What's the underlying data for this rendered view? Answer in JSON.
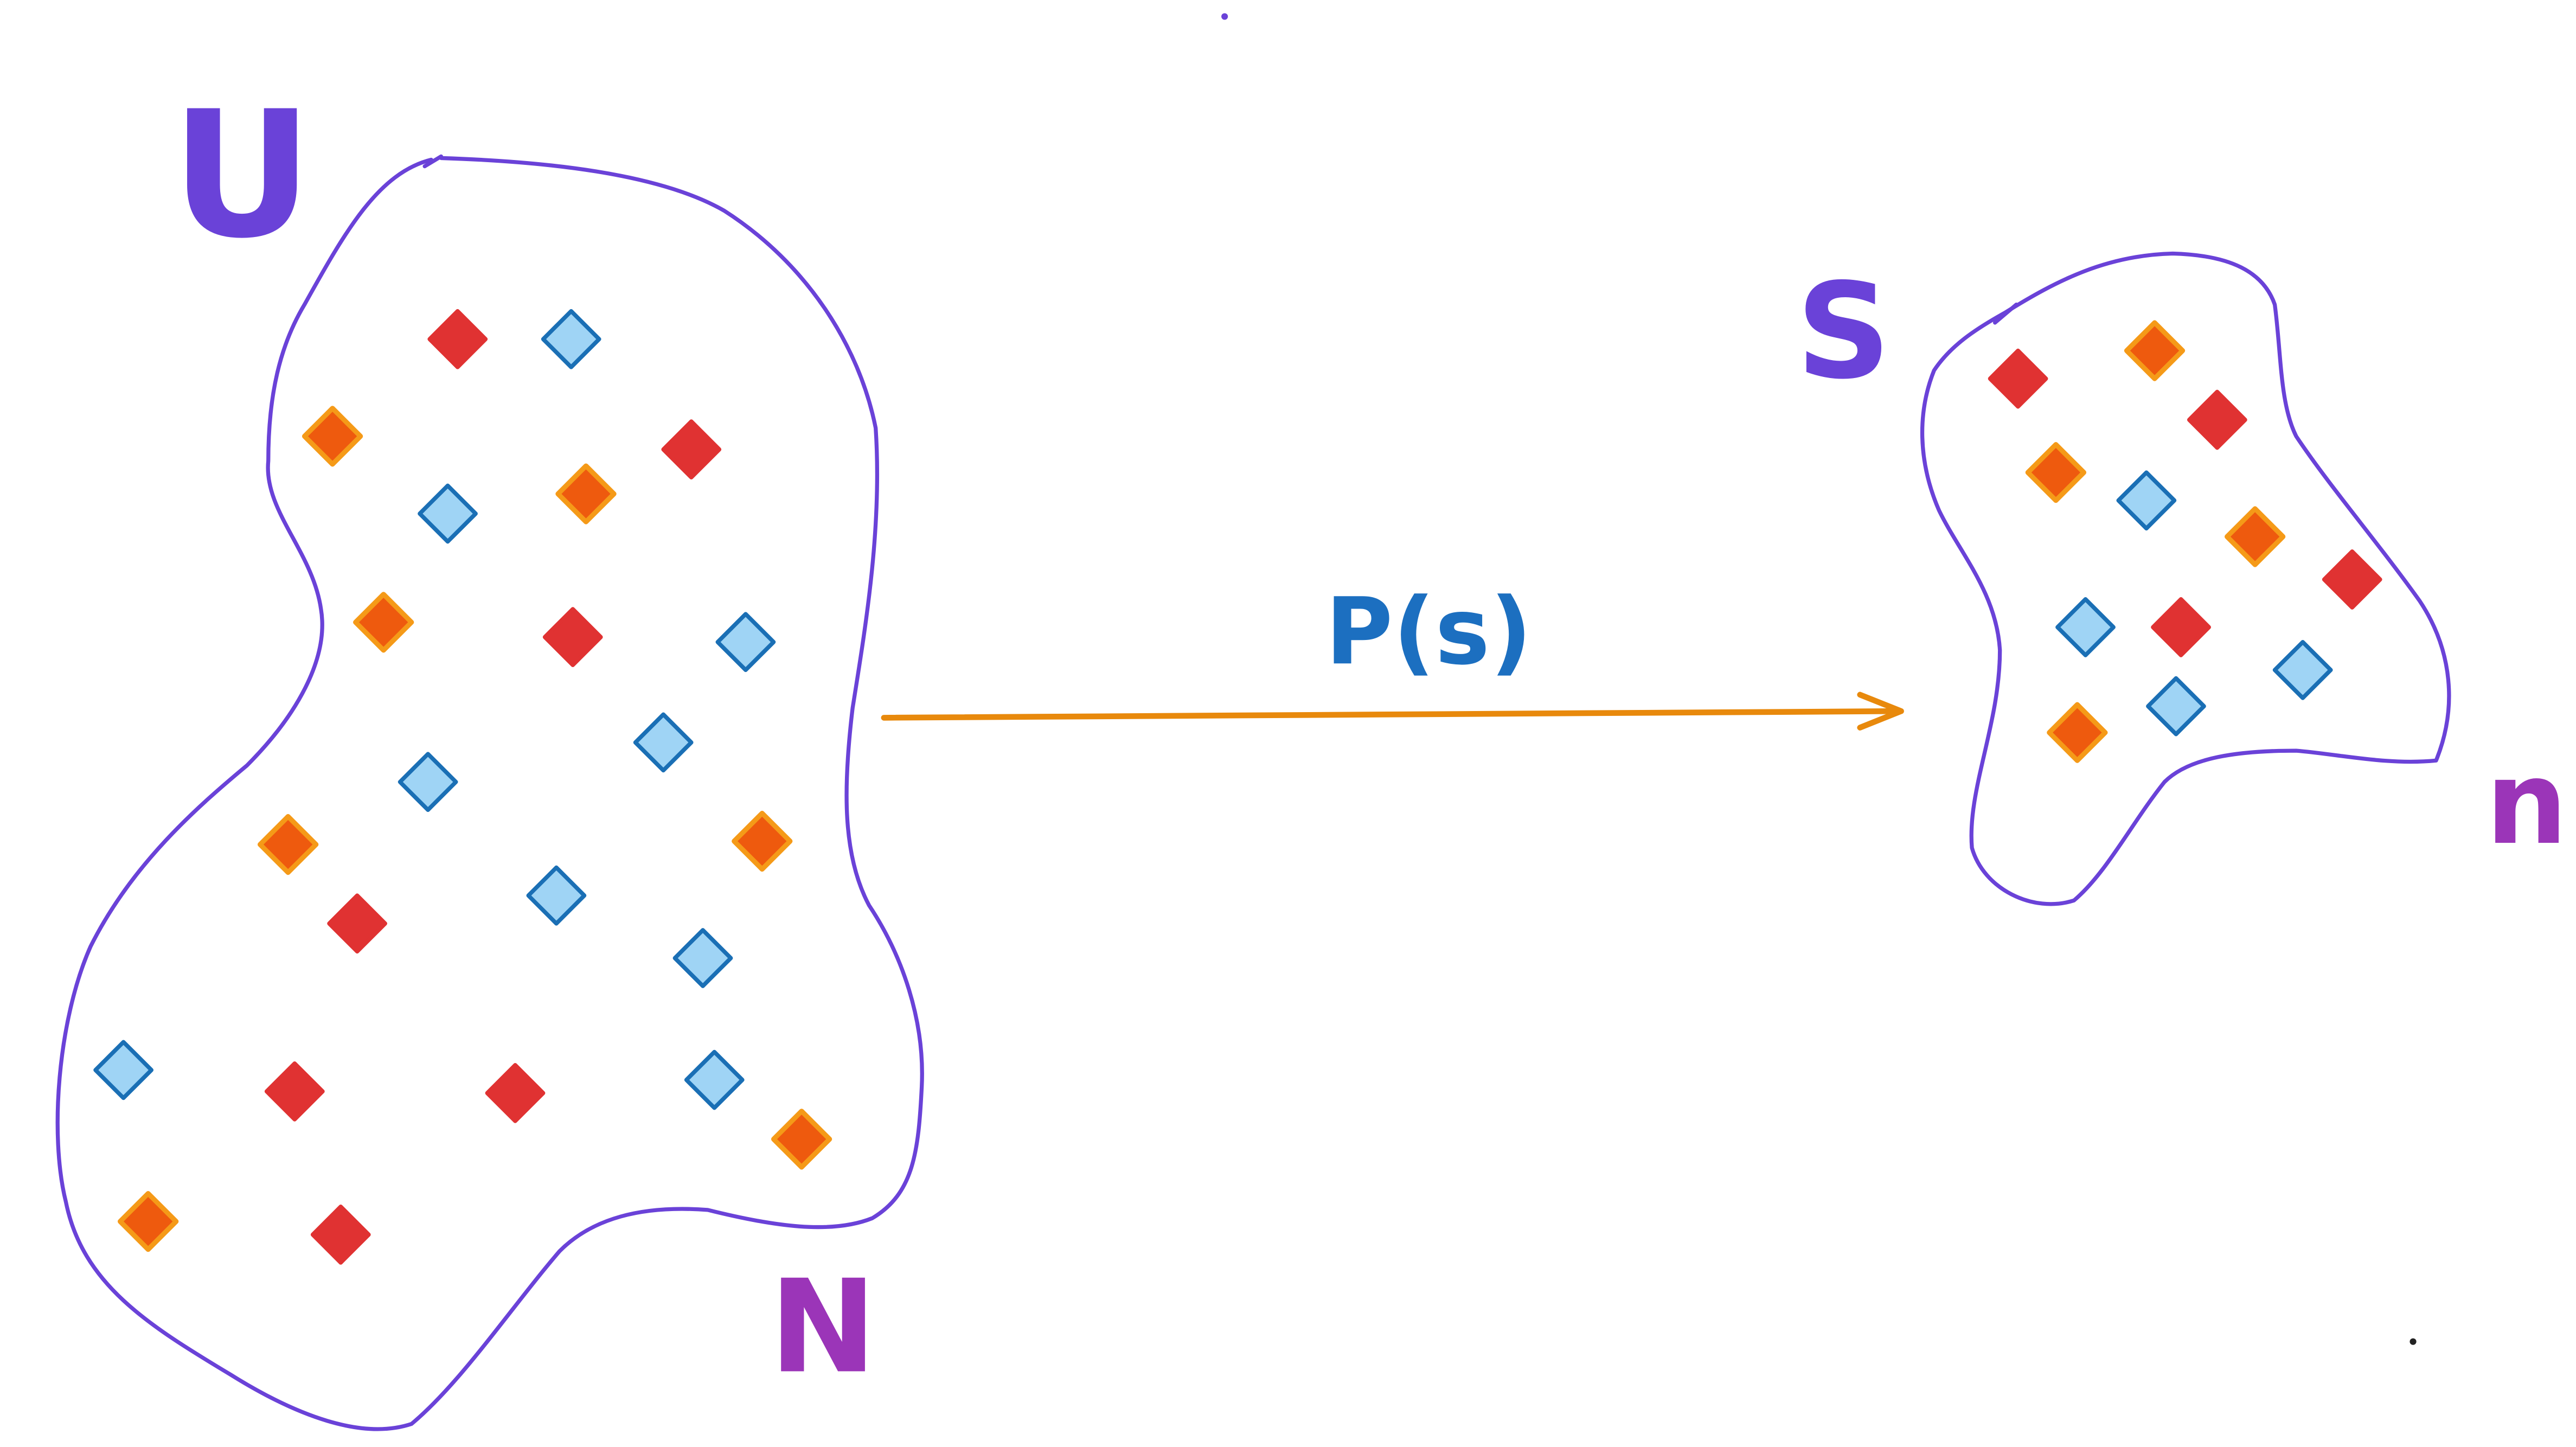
{
  "labels": {
    "universe": "U",
    "universe_size": "N",
    "sample": "S",
    "sample_size": "n",
    "mapping": "P(s)"
  },
  "colors": {
    "outline": "#6a42d8",
    "label_purple_dark": "#6a42d8",
    "label_purple": "#9b35b8",
    "label_blue": "#1c6fc0",
    "arrow": "#e8890c",
    "red_fill": "#e03232",
    "orange_fill": "#ee5a0e",
    "orange_stroke": "#f59a18",
    "blue_fill": "#9fd4f5",
    "blue_stroke": "#1a6fb5"
  },
  "icon_names": {
    "red": "red-diamond-icon",
    "orange": "orange-diamond-icon",
    "blue": "blue-diamond-icon"
  }
}
